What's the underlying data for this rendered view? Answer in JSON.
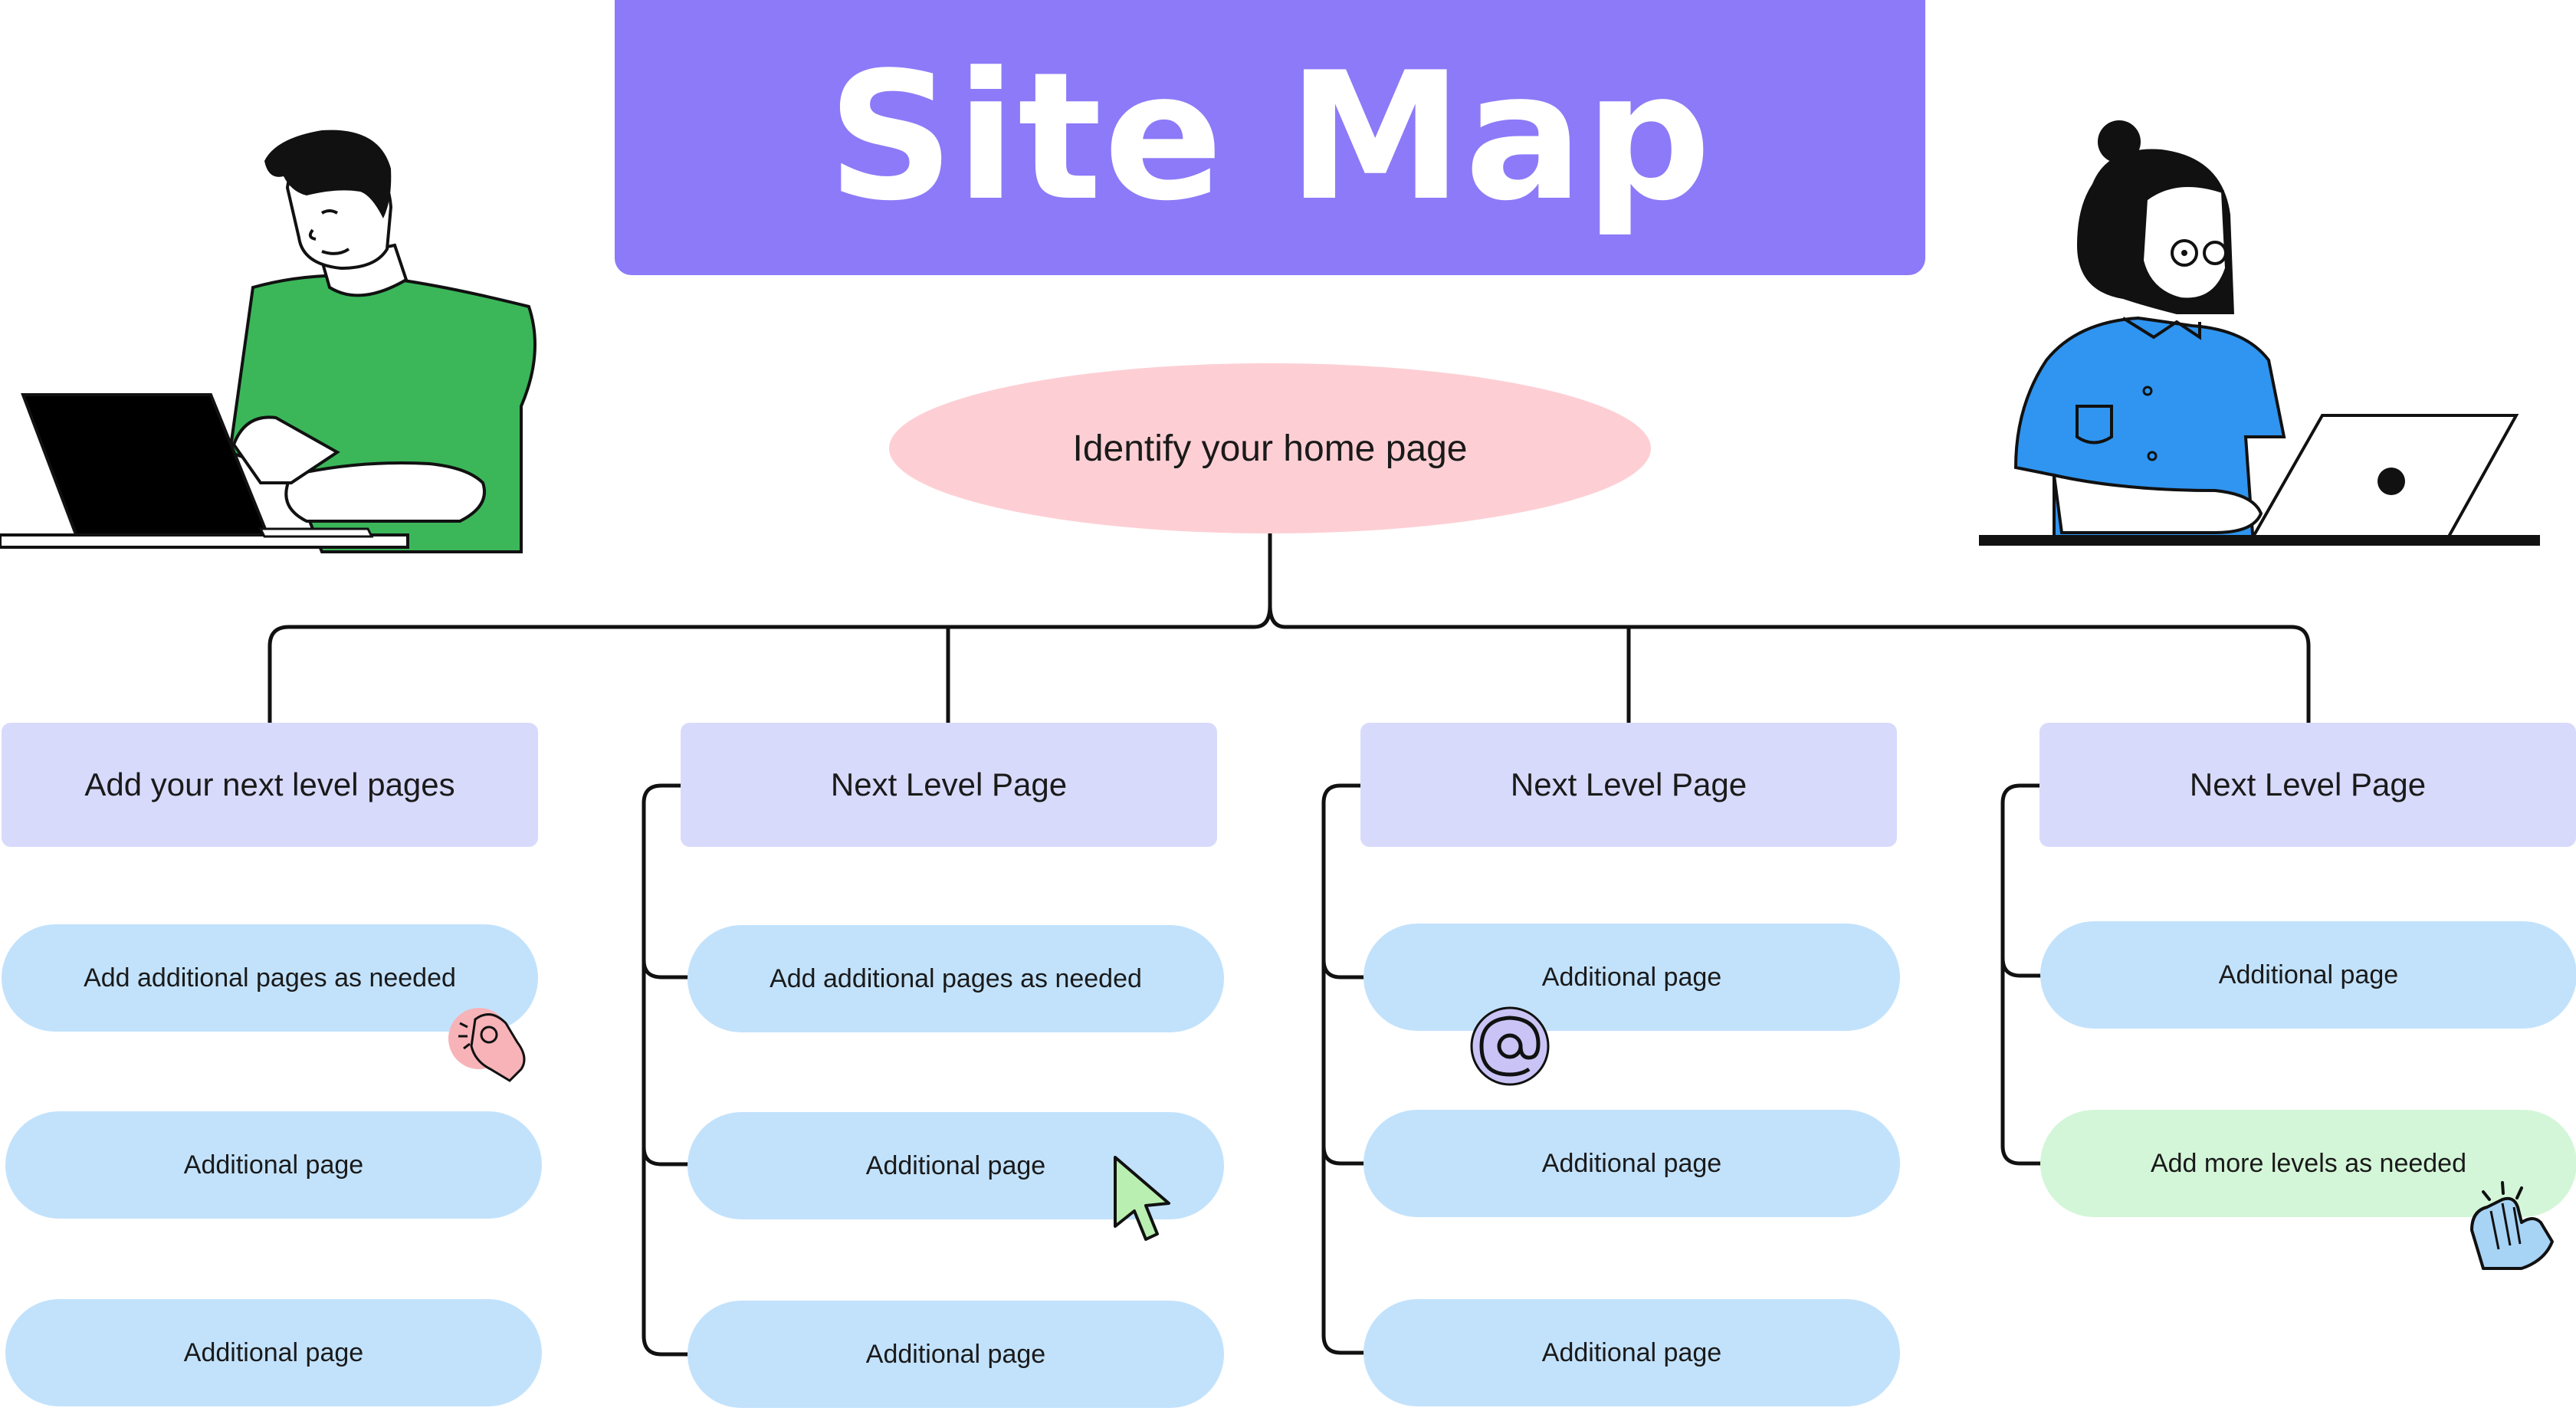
{
  "title": "Site Map",
  "home": "Identify your home page",
  "columns": [
    {
      "header": "Add your next level pages",
      "pages": [
        "Add additional pages as needed",
        "Additional page",
        "Additional page"
      ]
    },
    {
      "header": "Next Level Page",
      "pages": [
        "Add additional pages as needed",
        "Additional page",
        "Additional page"
      ]
    },
    {
      "header": "Next Level Page",
      "pages": [
        "Additional page",
        "Additional page",
        "Additional page"
      ]
    },
    {
      "header": "Next Level Page",
      "pages": [
        "Additional page",
        "Add more levels as needed"
      ]
    }
  ],
  "colors": {
    "title_banner": "#8c7af8",
    "home_node": "#fdcfd4",
    "level_box": "#d8dafc",
    "page_pill": "#c2e2fc",
    "highlight_pill": "#d4f6d8",
    "connector": "#111111"
  },
  "illustrations": [
    "man-with-laptop",
    "woman-with-laptop"
  ],
  "stickers": [
    "ok-hand-icon",
    "at-sign-icon",
    "cursor-arrow-icon",
    "clapping-hands-icon"
  ]
}
